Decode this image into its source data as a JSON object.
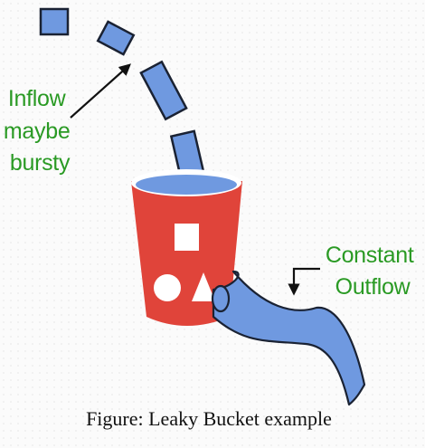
{
  "labels": {
    "inflow": [
      "Inflow",
      "maybe",
      "bursty"
    ],
    "outflow": [
      "Constant",
      "Outflow"
    ],
    "caption": "Figure: Leaky Bucket example"
  },
  "colors": {
    "packet_blue": "#6f99e0",
    "outline": "#1a2233",
    "bucket_red": "#e0443a",
    "label_green": "#2a9a24",
    "caption_black": "#111111"
  }
}
